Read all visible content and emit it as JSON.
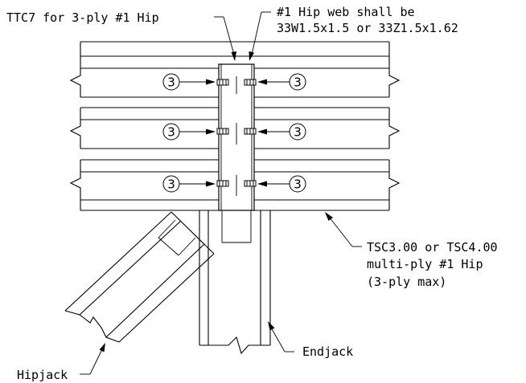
{
  "callouts": {
    "ttc": "TTC7 for 3-ply #1 Hip",
    "hip_web_line1": "#1 Hip web shall be",
    "hip_web_line2": "33W1.5x1.5 or 33Z1.5x1.62",
    "tsc_line1": "TSC3.00 or TSC4.00",
    "tsc_line2": "multi-ply #1 Hip",
    "tsc_line3": "(3-ply max)",
    "endjack": "Endjack",
    "hipjack": "Hipjack"
  },
  "fastener_counts": {
    "row1_left": "3",
    "row1_right": "3",
    "row2_left": "3",
    "row2_right": "3",
    "row3_left": "3",
    "row3_right": "3"
  }
}
